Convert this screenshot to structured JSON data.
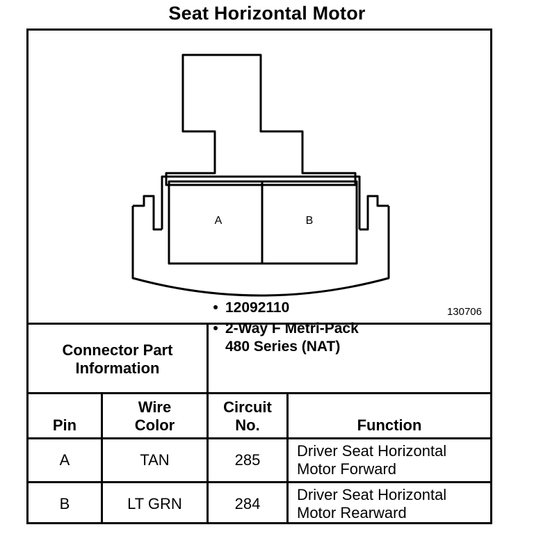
{
  "title": "Seat Horizontal Motor",
  "diagram": {
    "reference_number": "130706",
    "cavity_labels": [
      "A",
      "B"
    ]
  },
  "connector_info": {
    "label": "Connector Part Information",
    "bullets": [
      {
        "lines": [
          "12092110"
        ]
      },
      {
        "lines": [
          "2-Way F Metri-Pack",
          "480 Series (NAT)"
        ]
      }
    ]
  },
  "table": {
    "headers": {
      "pin": "Pin",
      "wire_color": "Wire Color",
      "circuit_no": "Circuit No.",
      "function": "Function"
    },
    "rows": [
      {
        "pin": "A",
        "wire_color": "TAN",
        "circuit_no": "285",
        "function": "Driver Seat Horizontal Motor Forward"
      },
      {
        "pin": "B",
        "wire_color": "LT GRN",
        "circuit_no": "284",
        "function": "Driver Seat Horizontal Motor Rearward"
      }
    ]
  }
}
